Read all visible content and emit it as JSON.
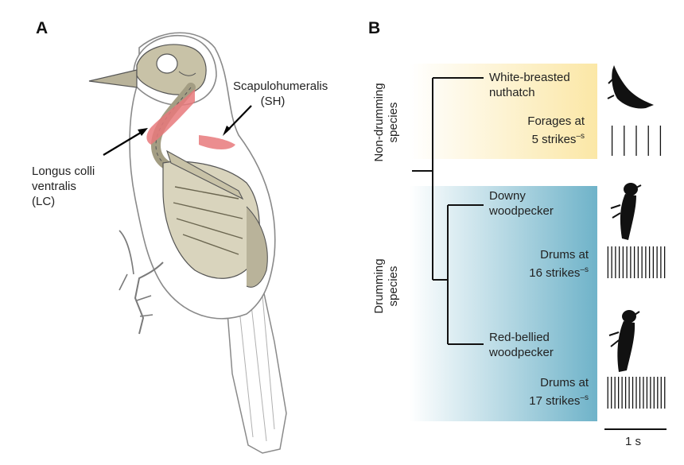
{
  "panel_a": {
    "letter": "A",
    "label_sh_line1": "Scapulohumeralis",
    "label_sh_line2": "(SH)",
    "label_lc_line1": "Longus colli",
    "label_lc_line2": "ventralis",
    "label_lc_line3": "(LC)"
  },
  "panel_b": {
    "letter": "B",
    "group_non_drumming_line1": "Non-drumming",
    "group_non_drumming_line2": "species",
    "group_drumming_line1": "Drumming",
    "group_drumming_line2": "species",
    "species": [
      {
        "name_line1": "White-breasted",
        "name_line2": "nuthatch",
        "rate_line1": "Forages at",
        "rate_line2": "5 strikes",
        "rate_sup": "–s",
        "strikes": 5
      },
      {
        "name_line1": "Downy",
        "name_line2": "woodpecker",
        "rate_line1": "Drums at",
        "rate_line2": "16 strikes",
        "rate_sup": "–s",
        "strikes": 16
      },
      {
        "name_line1": "Red-bellied",
        "name_line2": "woodpecker",
        "rate_line1": "Drums at",
        "rate_line2": "17 strikes",
        "rate_sup": "–s",
        "strikes": 17
      }
    ],
    "scale_label": "1 s"
  },
  "colors": {
    "non_drumming_bg": "#fbe7a6",
    "drumming_bg": "#6fb3c9",
    "muscle": "#e8797b",
    "bone": "#c8c2a7",
    "outline": "#7a7a7a"
  }
}
